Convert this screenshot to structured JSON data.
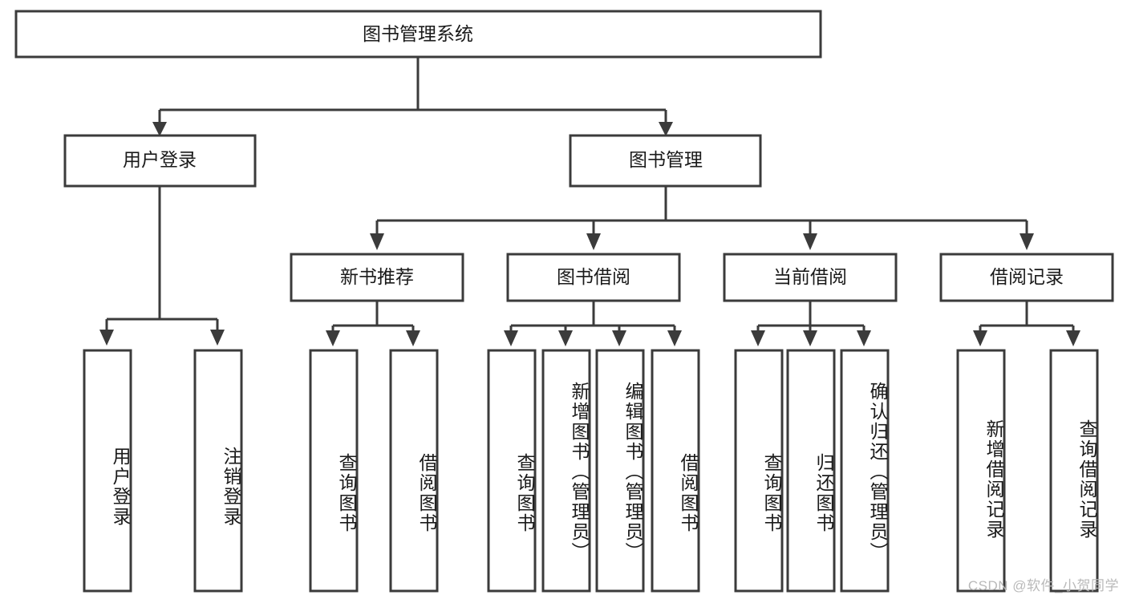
{
  "diagram": {
    "type": "hierarchy-tree",
    "title": "图书管理系统",
    "colors": {
      "box_stroke": "#3b3b3b",
      "box_fill": "#ffffff",
      "edge": "#3b3b3b",
      "text": "#1a1a1a",
      "background": "#ffffff",
      "watermark": "#b9b9b9"
    },
    "root": {
      "label": "图书管理系统"
    },
    "level2": [
      {
        "label": "用户登录"
      },
      {
        "label": "图书管理"
      }
    ],
    "level3": [
      {
        "label": "新书推荐"
      },
      {
        "label": "图书借阅"
      },
      {
        "label": "当前借阅"
      },
      {
        "label": "借阅记录"
      }
    ],
    "leaves": {
      "user_login": [
        {
          "label": "用户登录"
        },
        {
          "label": "注销登录"
        }
      ],
      "new_book_recommend": [
        {
          "label": "查询图书"
        },
        {
          "label": "借阅图书"
        }
      ],
      "book_borrow": [
        {
          "label": "查询图书"
        },
        {
          "label": "新增图书（管理员）"
        },
        {
          "label": "编辑图书（管理员）"
        },
        {
          "label": "借阅图书"
        }
      ],
      "current_borrow": [
        {
          "label": "查询图书"
        },
        {
          "label": "归还图书"
        },
        {
          "label": "确认归还（管理员）"
        }
      ],
      "borrow_record": [
        {
          "label": "新增借阅记录"
        },
        {
          "label": "查询借阅记录"
        }
      ]
    }
  },
  "watermark": {
    "text": "CSDN @软件_小贺同学"
  }
}
